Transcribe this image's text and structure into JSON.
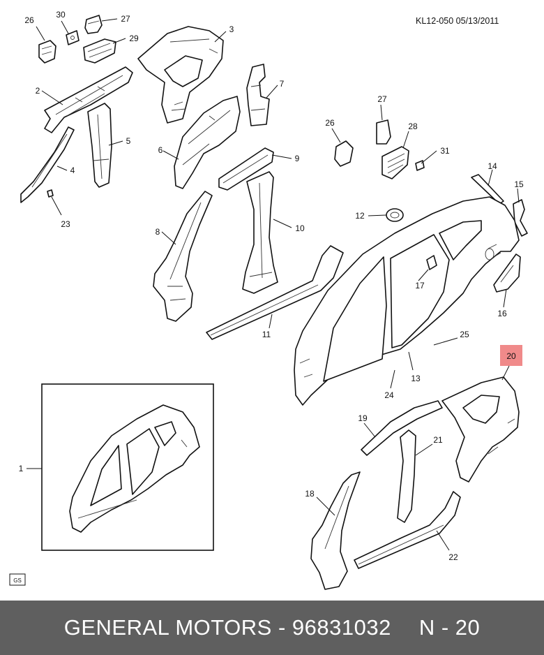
{
  "header": {
    "doc_ref": "KL12-050  05/13/2011"
  },
  "callouts": {
    "c1": "1",
    "c2": "2",
    "c3": "3",
    "c4": "4",
    "c5": "5",
    "c6": "6",
    "c7": "7",
    "c8": "8",
    "c9": "9",
    "c10": "10",
    "c11": "11",
    "c12": "12",
    "c13": "13",
    "c14": "14",
    "c15": "15",
    "c16": "16",
    "c17": "17",
    "c18": "18",
    "c19": "19",
    "c20": "20",
    "c21": "21",
    "c22": "22",
    "c23": "23",
    "c24": "24",
    "c25": "25",
    "c26a": "26",
    "c26b": "26",
    "c27a": "27",
    "c27b": "27",
    "c28": "28",
    "c29": "29",
    "c30": "30",
    "c31": "31"
  },
  "highlight": {
    "callout": "20",
    "color": "#f08a8a"
  },
  "corner_tag": "GS",
  "footer": {
    "brand": "GENERAL MOTORS",
    "separator": "-",
    "part_number": "96831032",
    "ref": "N - 20",
    "background": "#5f5f5f",
    "text_color": "#ffffff"
  }
}
